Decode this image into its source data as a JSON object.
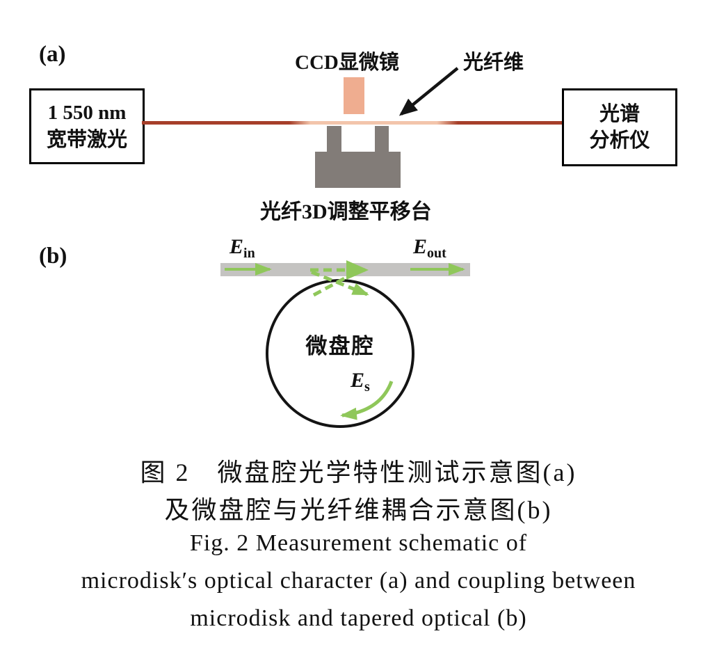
{
  "figure": {
    "panel_a": {
      "label": "(a)",
      "laser_box": {
        "line1": "1 550 nm",
        "line2": "宽带激光"
      },
      "ccd_label": "CCD显微镜",
      "fiber_label": "光纤维",
      "stage_label": "光纤3D调整平移台",
      "analyzer_box": {
        "line1": "光谱",
        "line2": "分析仪"
      }
    },
    "panel_b": {
      "label": "(b)",
      "e_in": {
        "base": "E",
        "sub": "in"
      },
      "e_out": {
        "base": "E",
        "sub": "out"
      },
      "e_s": {
        "base": "E",
        "sub": "s"
      },
      "disk_label": "微盘腔"
    },
    "caption": {
      "zh_line1": "图 2　微盘腔光学特性测试示意图(a)",
      "zh_line2": "及微盘腔与光纤维耦合示意图(b)",
      "en_line1": "Fig. 2  Measurement schematic of",
      "en_line2": "microdisk′s optical character (a) and coupling between",
      "en_line3": "microdisk and tapered optical (b)"
    },
    "colors": {
      "fiber_dark_red": "#a63f2a",
      "fiber_taper_light": "#f3c5ab",
      "ccd_camera_orange": "#efad90",
      "stage_gray": "#827c78",
      "waveguide_gray": "#c4c3c1",
      "arrow_green": "#8fc75a",
      "annotation_black": "#141414"
    }
  }
}
